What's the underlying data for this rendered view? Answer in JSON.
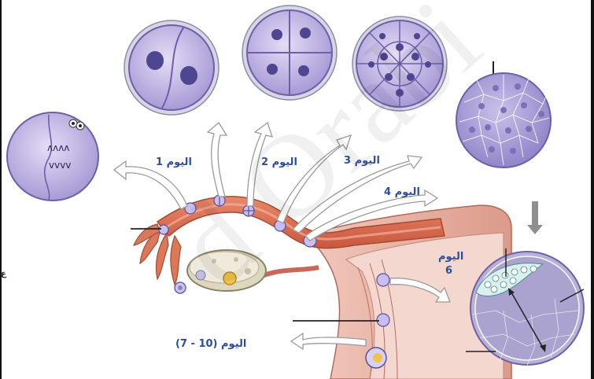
{
  "labels": {
    "day1": "اليوم 1",
    "day2": "اليوم 2",
    "day3": "اليوم 3",
    "day4": "اليوم 4",
    "day6_word": "اليوم",
    "day6_num": "6",
    "day7_10": "اليوم (10 - 7)",
    "edge_glyph": "ع"
  },
  "watermark": "d Orabi",
  "colors": {
    "cell_fill": "#b9aee0",
    "cell_stroke": "#6d5fa8",
    "tube": "#d9795a",
    "uterus": "#e9b3a6",
    "label_blue": "#2d4f9a"
  }
}
